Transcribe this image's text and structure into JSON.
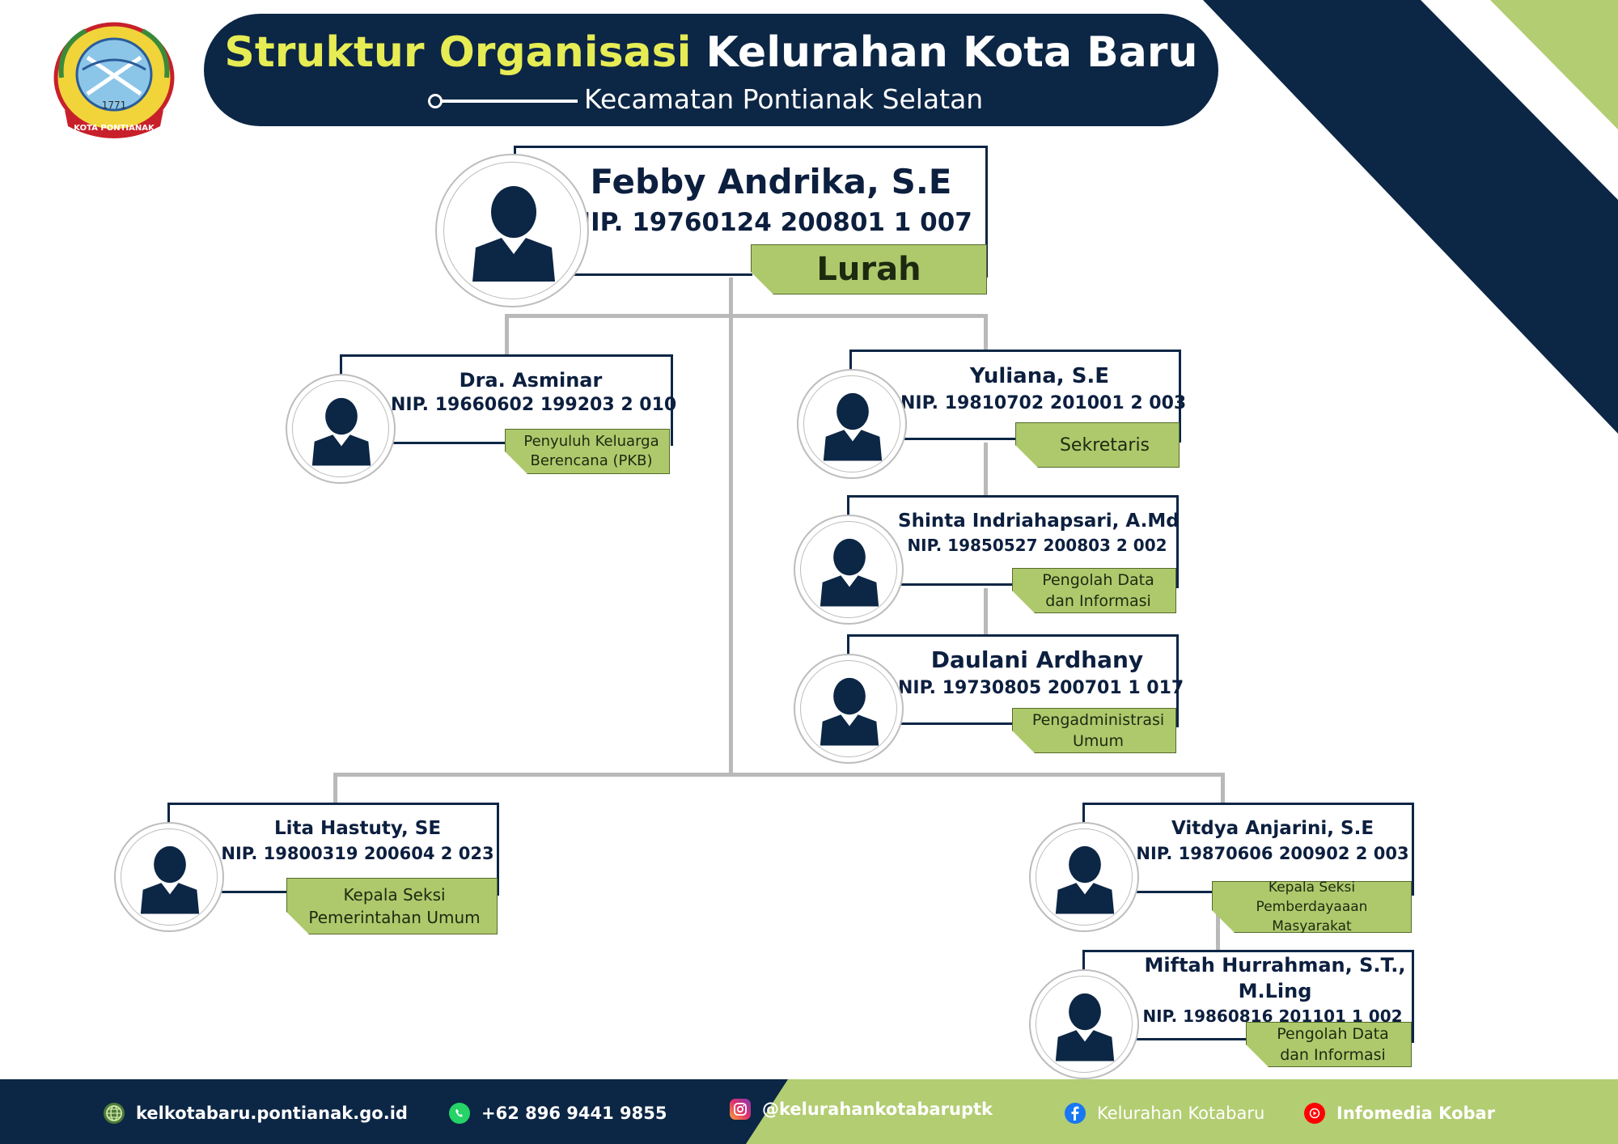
{
  "header": {
    "title_part1": "Struktur Organisasi",
    "title_part2": "Kelurahan Kota Baru",
    "subtitle": "Kecamatan Pontianak Selatan",
    "logo_text": "KOTA PONTIANAK",
    "logo_year": "1771"
  },
  "lurah": {
    "name": "Febby Andrika, S.E",
    "nip": "NIP. 19760124 200801 1 007",
    "role": "Lurah"
  },
  "pkb": {
    "name": "Dra. Asminar",
    "nip": "NIP. 19660602 199203 2 010",
    "role": "Penyuluh Keluarga Berencana (PKB)"
  },
  "sekretaris": {
    "name": "Yuliana, S.E",
    "nip": "NIP. 19810702 201001 2 003",
    "role": "Sekretaris"
  },
  "pengolah_data_1": {
    "name": "Shinta Indriahapsari, A.Md",
    "nip": "NIP. 19850527 200803 2 002",
    "role": "Pengolah Data dan Informasi"
  },
  "pengadministrasi": {
    "name": "Daulani Ardhany",
    "nip": "NIP. 19730805 200701 1 017",
    "role": "Pengadministrasi Umum"
  },
  "kasi_pemerintahan": {
    "name": "Lita Hastuty, SE",
    "nip": "NIP. 19800319 200604 2 023",
    "role": "Kepala Seksi Pemerintahan Umum"
  },
  "kasi_pemberdayaan": {
    "name": "Vitdya Anjarini, S.E",
    "nip": "NIP. 19870606 200902 2 003",
    "role": "Kepala Seksi Pemberdayaaan Masyarakat"
  },
  "pengolah_data_2": {
    "name": "Miftah Hurrahman, S.T., M.Ling",
    "nip": "NIP. 19860816 201101 1 002",
    "role": "Pengolah Data dan Informasi"
  },
  "footer": {
    "website": "kelkotabaru.pontianak.go.id",
    "phone": "+62 896 9441 9855",
    "instagram": "@kelurahankotabaruptk",
    "facebook": "Kelurahan Kotabaru",
    "youtube": "Infomedia Kobar"
  },
  "colors": {
    "navy": "#0c2645",
    "green": "#aec96c",
    "yellow": "#e6ec54",
    "line": "#b9b9b9"
  }
}
